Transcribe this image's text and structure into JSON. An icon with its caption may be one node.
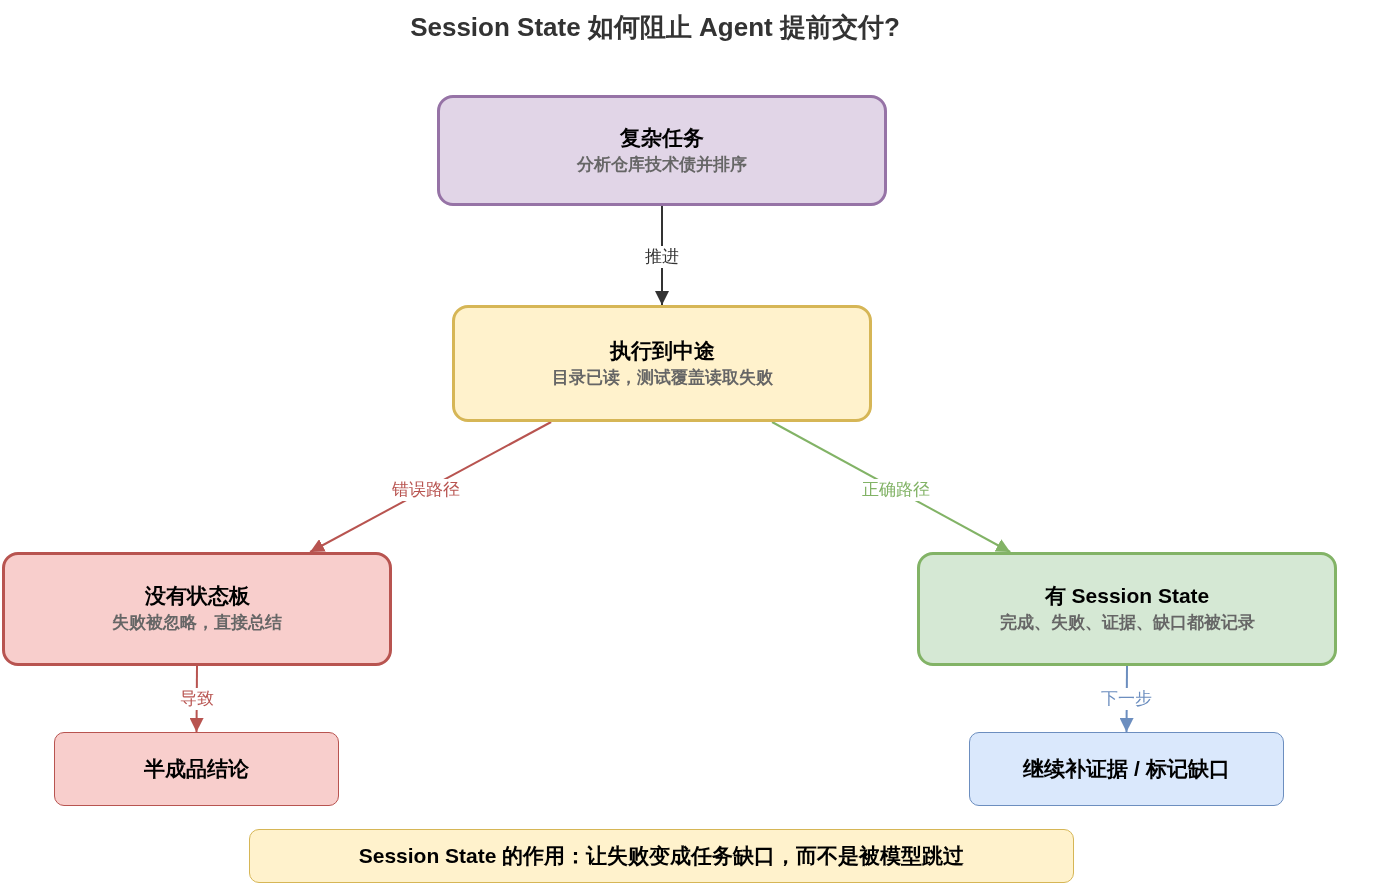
{
  "diagram": {
    "title": "Session State 如何阻止 Agent 提前交付?",
    "nodes": [
      {
        "text": [
          "复杂任务",
          "分析仓库技术债并排序"
        ]
      },
      {
        "text": [
          "执行到中途",
          "目录已读，测试覆盖读取失败"
        ]
      },
      {
        "text": [
          "没有状态板",
          "失败被忽略，直接总结"
        ]
      },
      {
        "text": [
          "有 Session State",
          "完成、失败、证据、缺口都被记录"
        ]
      },
      {
        "text": [
          "半成品结论"
        ]
      },
      {
        "text": [
          "继续补证据 / 标记缺口"
        ]
      },
      {
        "text": [
          "Session State 的作用：让失败变成任务缺口，而不是被模型跳过"
        ]
      }
    ],
    "edges": [
      {
        "from": 0,
        "to": 1,
        "arrow": "to",
        "label": "推进",
        "color": "#333333"
      },
      {
        "from": 1,
        "to": 2,
        "arrow": "to",
        "label": "错误路径",
        "color": "#b85450"
      },
      {
        "from": 1,
        "to": 3,
        "arrow": "to",
        "label": "正确路径",
        "color": "#82b366"
      },
      {
        "from": 2,
        "to": 4,
        "arrow": "to",
        "label": "导致",
        "color": "#b85450"
      },
      {
        "from": 3,
        "to": 5,
        "arrow": "to",
        "label": "下一步",
        "color": "#6c8ebf"
      }
    ]
  }
}
